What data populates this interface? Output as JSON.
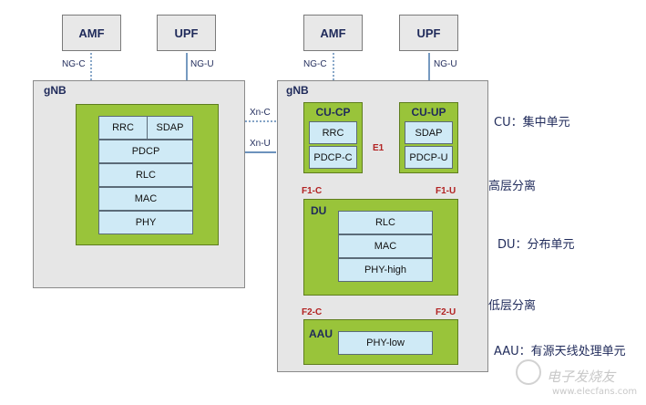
{
  "left": {
    "amf": "AMF",
    "upf": "UPF",
    "ngc": "NG-C",
    "ngu": "NG-U",
    "gnb": "gNB",
    "stack": {
      "rrc": "RRC",
      "sdap": "SDAP",
      "pdcp": "PDCP",
      "rlc": "RLC",
      "mac": "MAC",
      "phy": "PHY"
    }
  },
  "links": {
    "xnc": "Xn-C",
    "xnu": "Xn-U"
  },
  "right": {
    "amf": "AMF",
    "upf": "UPF",
    "ngc": "NG-C",
    "ngu": "NG-U",
    "gnb": "gNB",
    "cucp": {
      "title": "CU-CP",
      "rrc": "RRC",
      "pdcpc": "PDCP-C"
    },
    "cuup": {
      "title": "CU-UP",
      "sdap": "SDAP",
      "pdcpu": "PDCP-U"
    },
    "e1": "E1",
    "f1c": "F1-C",
    "f1u": "F1-U",
    "du": {
      "title": "DU",
      "rlc": "RLC",
      "mac": "MAC",
      "phyhigh": "PHY-high"
    },
    "f2c": "F2-C",
    "f2u": "F2-U",
    "aau": {
      "title": "AAU",
      "phylow": "PHY-low"
    }
  },
  "annotations": {
    "cu": "CU：集中单元",
    "high_split": "高层分离",
    "du": "DU：分布单元",
    "low_split": "低层分离",
    "aau": "AAU：有源天线处理单元"
  },
  "watermark": {
    "logo": "电子发烧友",
    "url": "www.elecfans.com"
  },
  "colors": {
    "green": "#99c43a",
    "cell": "#cfeaf6",
    "gnb": "#e6e6e6",
    "red": "#b22222",
    "link": "#3b6ea5"
  }
}
